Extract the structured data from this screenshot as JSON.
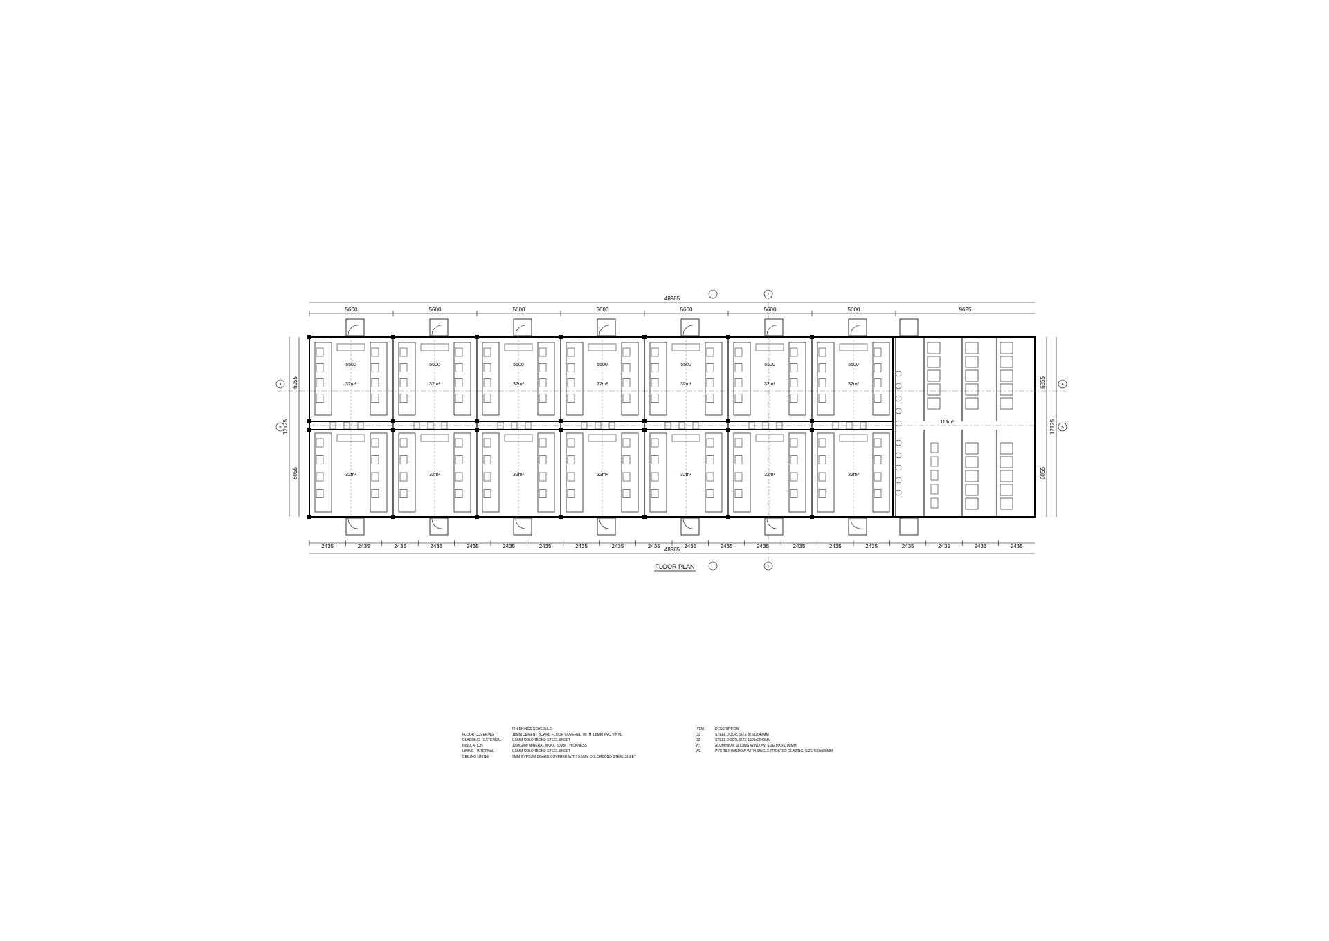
{
  "drawing": {
    "title": "FLOOR PLAN",
    "overall_length": "48985",
    "overall_width": "12125",
    "half_width": "6055",
    "top_bays": [
      "5600",
      "5600",
      "5600",
      "5600",
      "5600",
      "5600",
      "5600",
      "9625"
    ],
    "bottom_bays": [
      "2435",
      "2435",
      "2435",
      "2435",
      "2435",
      "2435",
      "2435",
      "2435",
      "2435",
      "2435",
      "2435",
      "2435",
      "2435",
      "2435",
      "2435",
      "2435",
      "2435",
      "2435",
      "2435",
      "2435"
    ],
    "room_span": "5500",
    "room_area": "32m²",
    "ablution_area": "113m²",
    "grid_labels": {
      "row_a": "A",
      "row_b": "B",
      "axis_1": "1",
      "axis_2": "2"
    }
  },
  "finishings_schedule": {
    "heading": "FINISHINGS SCHEDULE",
    "rows": [
      {
        "item": "FLOOR COVERING",
        "desc": "18MM CEMENT BOARD FLOOR COVERED WITH 1.8MM PVC VINYL"
      },
      {
        "item": "CLADDING - EXTERNAL",
        "desc": "0.5MM COLORBOND STEEL SHEET"
      },
      {
        "item": "INSULATION",
        "desc": "120KG/M³ MINERAL WOOL 50MM THICKNESS"
      },
      {
        "item": "LINING - INTERNAL",
        "desc": "0.5MM COLORBOND STEEL SHEET"
      },
      {
        "item": "CEILING LINING",
        "desc": "9MM GYPSUM BOARD COVERED WITH 0.5MM COLORBOND STEEL SHEET"
      }
    ]
  },
  "item_schedule": {
    "header_item": "ITEM",
    "header_desc": "DESCRIPTION",
    "rows": [
      {
        "item": "D1",
        "desc": "STEEL DOOR, SIZE 875x2040MM"
      },
      {
        "item": "D2",
        "desc": "STEEL DOOR, SIZE 1600x2040MM"
      },
      {
        "item": "W1",
        "desc": "ALUMINIUM SLIDING WINDOW, SIZE 800x1100MM"
      },
      {
        "item": "W2",
        "desc": "PVC TILT WINDOW WITH SINGLE FROSTED GLAZING, SIZE 500x500MM"
      }
    ]
  },
  "colors": {
    "line": "#000000",
    "background": "#ffffff",
    "light_line": "#666666"
  }
}
